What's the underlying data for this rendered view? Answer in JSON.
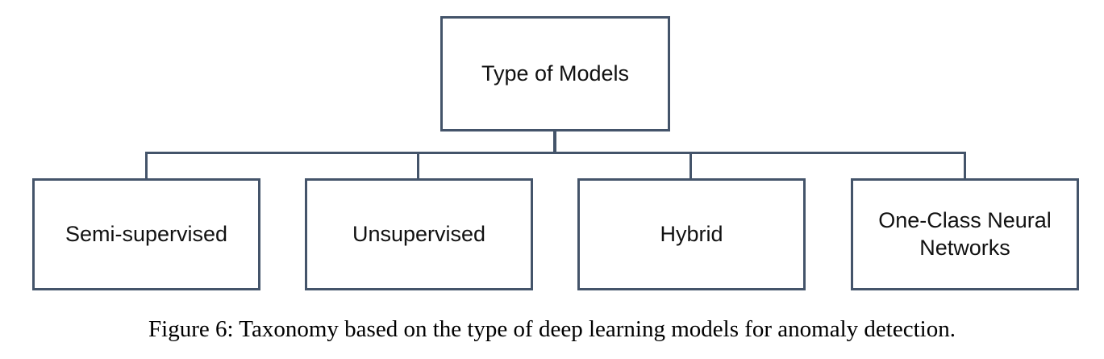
{
  "diagram": {
    "root": {
      "label": "Type of Models"
    },
    "children": [
      {
        "label": "Semi-supervised"
      },
      {
        "label": "Unsupervised"
      },
      {
        "label": "Hybrid"
      },
      {
        "label": "One-Class Neural Networks"
      }
    ],
    "line_color": "#44546a"
  },
  "caption": "Figure 6: Taxonomy based on the type of deep learning models for anomaly detection."
}
